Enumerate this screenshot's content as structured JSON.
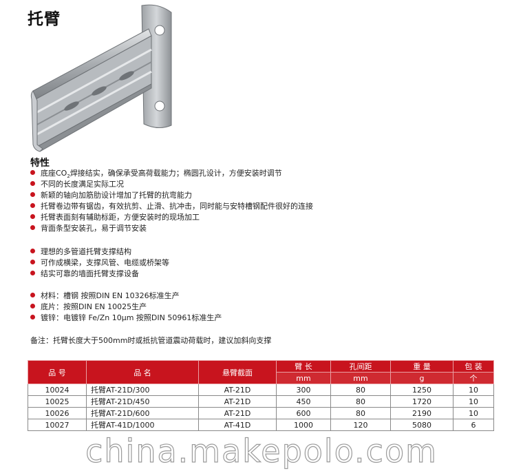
{
  "title": "托臂",
  "features_title": "特性",
  "features_group1": [
    {
      "pre": "底座CO",
      "sub": "2",
      "post": "焊接结实，确保承受高荷载能力；椭圆孔设计，方便安装时调节"
    },
    {
      "pre": "不同的长度满足实际工况",
      "sub": "",
      "post": ""
    },
    {
      "pre": "新颖的轴向加筋肋设计增加了托臂的抗弯能力",
      "sub": "",
      "post": ""
    },
    {
      "pre": "托臂卷边带有锯齿，有效抗剪、止滑、抗冲击，同时能与安特槽钢配件很好的连接",
      "sub": "",
      "post": ""
    },
    {
      "pre": "托臂表面刻有辅助标距，方便安装时的现场加工",
      "sub": "",
      "post": ""
    },
    {
      "pre": "背面条型安装孔，易于调节安装",
      "sub": "",
      "post": ""
    }
  ],
  "features_group2": [
    "理想的多管道托臂支撑结构",
    "可作成横梁，支撑风管、电缆或桥架等",
    "结实可靠的墙面托臂支撑设备"
  ],
  "materials": [
    "材料：槽钢 按照DIN EN 10326标准生产",
    "底片：按照DIN EN 10025生产",
    "镀锌：电镀锌 Fe/Zn 10μm 按照DIN 50961标准生产"
  ],
  "note": "备注：托臂长度大于500mm时或抵抗管道震动荷载时，建议加斜向支撑",
  "table": {
    "headers": {
      "code": "品 号",
      "name": "品 名",
      "section": "悬臂截面",
      "arm_length": "臂 长",
      "hole_spacing": "孔间距",
      "weight": "重 量",
      "package": "包 装"
    },
    "units": {
      "arm_length": "mm",
      "hole_spacing": "mm",
      "weight": "g",
      "package": "个"
    },
    "rows": [
      {
        "code": "10024",
        "name": "托臂AT-21D/300",
        "section": "AT-21D",
        "arm_length": "300",
        "hole_spacing": "80",
        "weight": "1250",
        "package": "10"
      },
      {
        "code": "10025",
        "name": "托臂AT-21D/450",
        "section": "AT-21D",
        "arm_length": "450",
        "hole_spacing": "80",
        "weight": "1720",
        "package": "10"
      },
      {
        "code": "10026",
        "name": "托臂AT-21D/600",
        "section": "AT-21D",
        "arm_length": "600",
        "hole_spacing": "80",
        "weight": "2190",
        "package": "10"
      },
      {
        "code": "10027",
        "name": "托臂AT-41D/1000",
        "section": "AT-41D",
        "arm_length": "1000",
        "hole_spacing": "120",
        "weight": "5080",
        "package": "6"
      }
    ]
  },
  "watermark": "china.makepolo.com",
  "colors": {
    "accent": "#c8141e",
    "metal": "#b9bcc0"
  }
}
